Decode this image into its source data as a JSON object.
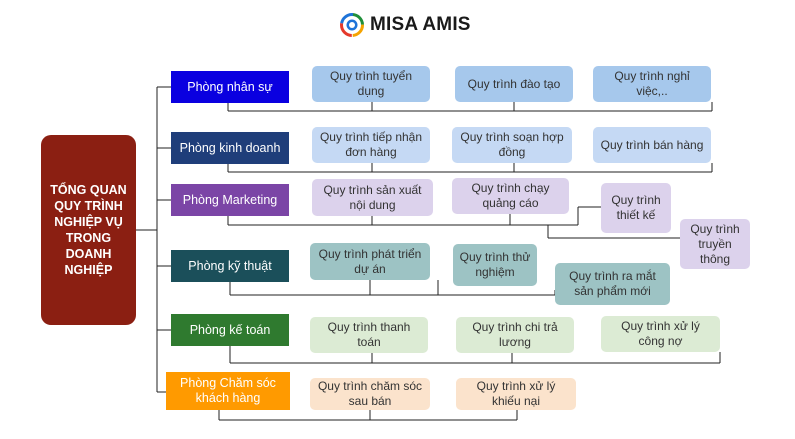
{
  "logo": {
    "text": "MISA AMIS"
  },
  "root": {
    "text": "TỔNG QUAN QUY TRÌNH NGHIỆP VỤ TRONG DOANH NGHIỆP",
    "color": "#8b1f12"
  },
  "departments": [
    {
      "name": "Phòng nhân sự",
      "color": "#0a00e0",
      "processes": [
        "Quy trình tuyển dụng",
        "Quy trình đào tạo",
        "Quy trình nghỉ việc,.."
      ],
      "process_color": "#a6c8ec"
    },
    {
      "name": "Phòng kinh doanh",
      "color": "#1f3e7a",
      "processes": [
        "Quy trình tiếp nhận đơn hàng",
        "Quy trình soạn hợp đồng",
        "Quy trình bán hàng"
      ],
      "process_color": "#c5d9f4"
    },
    {
      "name": "Phòng Marketing",
      "color": "#7b45a6",
      "processes": [
        "Quy trình sản xuất nội dung",
        "Quy trình chạy quảng cáo",
        "Quy trình thiết kế",
        "Quy trình truyền thông"
      ],
      "process_color": "#dcd2ec"
    },
    {
      "name": "Phòng kỹ thuật",
      "color": "#1b4f5a",
      "processes": [
        "Quy trình phát triển dự án",
        "Quy trình thử nghiệm",
        "Quy trình ra mắt sản phẩm mới"
      ],
      "process_color": "#9dc3c4"
    },
    {
      "name": "Phòng kế toán",
      "color": "#2f7a2f",
      "processes": [
        "Quy trình thanh toán",
        "Quy trình chi trả lương",
        "Quy trình xử lý công nợ"
      ],
      "process_color": "#dcebd4"
    },
    {
      "name": "Phòng Chăm sóc khách hàng",
      "color": "#ff9a00",
      "processes": [
        "Quy trình chăm sóc sau bán",
        "Quy trình xử lý khiếu nại"
      ],
      "process_color": "#fbe3cc"
    }
  ]
}
